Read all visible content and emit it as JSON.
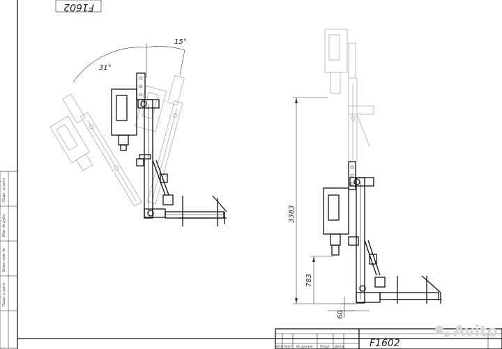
{
  "sheet": {
    "drawing_code": "F1602",
    "drawing_code_rotated": "F1602"
  },
  "dimensions": {
    "angle_large": "31°",
    "angle_small": "15°",
    "total_height": "3383",
    "lower_height": "783",
    "base_offset": "60"
  },
  "side_stamp_labels": [
    "Подп. и дата",
    "Инв. № дубл.",
    "Взам. инв. №",
    "Подп. и дата"
  ],
  "title_block_labels": [
    "Изм",
    "Лист",
    "№ докум.",
    "Подп.",
    "Дата"
  ],
  "watermark": {
    "text": "Avito"
  },
  "colors": {
    "line": "#111111",
    "ghost": "#b4b4b4",
    "background": "#ffffff"
  }
}
